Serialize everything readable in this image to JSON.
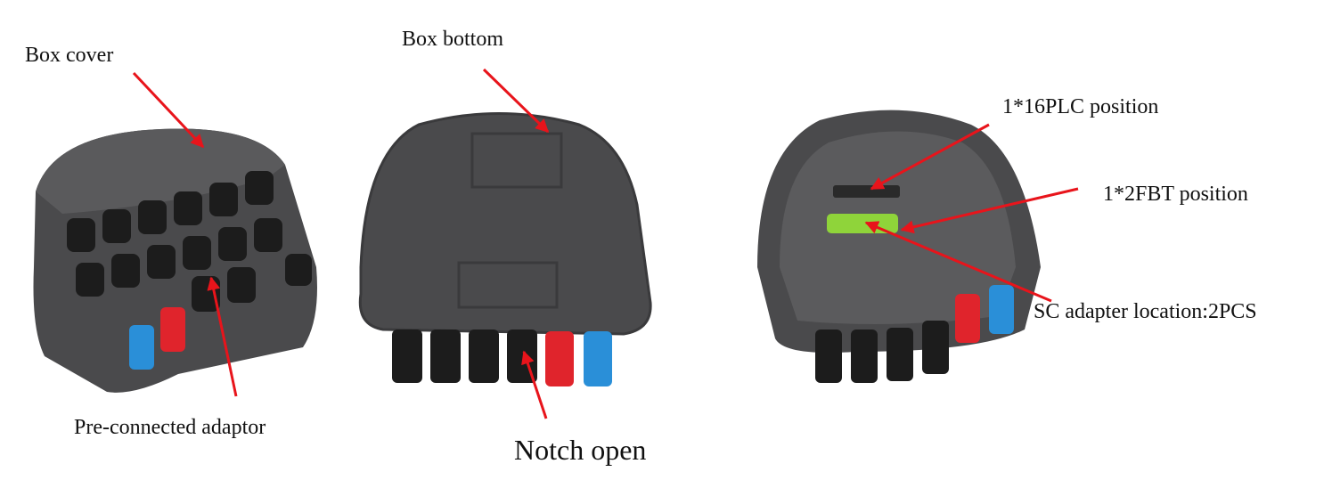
{
  "labels": {
    "box_cover": "Box cover",
    "box_bottom": "Box bottom",
    "plc_position": "1*16PLC position",
    "fbt_position": "1*2FBT position",
    "sc_adapter": "SC adapter location:2PCS",
    "pre_connected": "Pre-connected adaptor",
    "notch_open": "Notch open"
  },
  "colors": {
    "arrow": "#e8141b",
    "box_body": "#4a4a4c",
    "connector_black": "#1c1c1c",
    "adapter_red": "#e0242c",
    "adapter_blue": "#2a8fd8",
    "adapter_green": "#8fd43a"
  }
}
